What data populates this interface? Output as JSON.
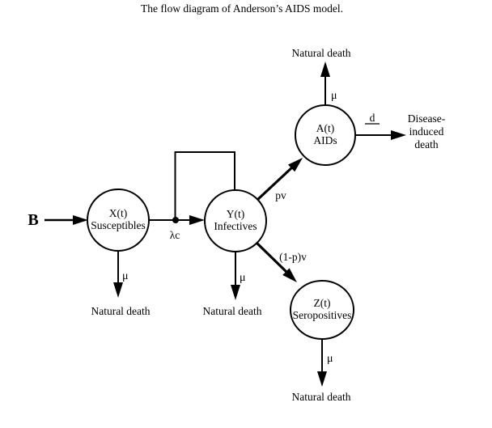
{
  "title": "The flow diagram of Anderson’s AIDS model.",
  "nodes": {
    "susceptibles": {
      "symbol": "X(t)",
      "name": "Susceptibles"
    },
    "infectives": {
      "symbol": "Y(t)",
      "name": "Infectives"
    },
    "aids": {
      "symbol": "A(t)",
      "name": "AIDs"
    },
    "seropositives": {
      "symbol": "Z(t)",
      "name": "Seropositives"
    }
  },
  "flows": {
    "birth_input": "B",
    "infection_rate": "λc",
    "aids_progression_rate": "pv",
    "seropositive_progression_rate": "(1-p)v",
    "disease_death_rate": "d",
    "natural_death_rate": "μ",
    "natural_death_label": "Natural death",
    "disease_induced_death": [
      "Disease-",
      "induced",
      "death"
    ]
  },
  "colors": {
    "ink": "#000000",
    "background": "#ffffff"
  }
}
